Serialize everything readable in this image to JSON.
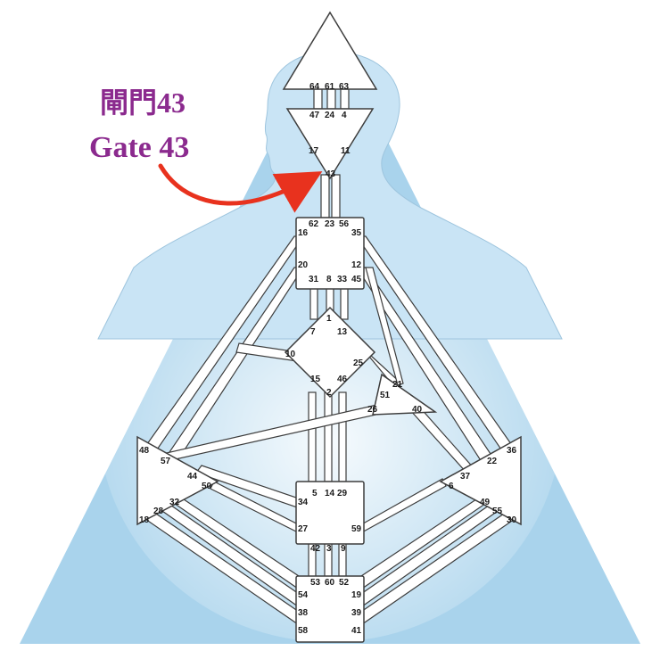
{
  "callout": {
    "line1": "閘門43",
    "line2": "Gate 43",
    "text_color": "#8b2a8e",
    "arrow_color": "#e8321e"
  },
  "colors": {
    "triangle_fill": "#a9d3ec",
    "silhouette_fill": "#c9e4f5",
    "center_fill": "#ffffff",
    "outline": "#3d3d3d"
  },
  "gates": {
    "g64": "64",
    "g61": "61",
    "g63": "63",
    "g47": "47",
    "g24": "24",
    "g4": "4",
    "g17": "17",
    "g11": "11",
    "g43": "43",
    "g62": "62",
    "g23": "23",
    "g56": "56",
    "g16": "16",
    "g35": "35",
    "g20": "20",
    "g12": "12",
    "g31": "31",
    "g8": "8",
    "g33": "33",
    "g45": "45",
    "g1": "1",
    "g7": "7",
    "g13": "13",
    "g10": "10",
    "g25": "25",
    "g15": "15",
    "g46": "46",
    "g2": "2",
    "g21": "21",
    "g51": "51",
    "g26": "26",
    "g40": "40",
    "g48": "48",
    "g57": "57",
    "g44": "44",
    "g50": "50",
    "g36": "36",
    "g22": "22",
    "g37": "37",
    "g6": "6",
    "g5": "5",
    "g14": "14",
    "g29": "29",
    "g34": "34",
    "g27": "27",
    "g59": "59",
    "g42": "42",
    "g3": "3",
    "g9": "9",
    "g32": "32",
    "g28": "28",
    "g18": "18",
    "g49": "49",
    "g55": "55",
    "g30": "30",
    "g53": "53",
    "g60": "60",
    "g52": "52",
    "g54": "54",
    "g19": "19",
    "g38": "38",
    "g39": "39",
    "g58": "58",
    "g41": "41"
  }
}
